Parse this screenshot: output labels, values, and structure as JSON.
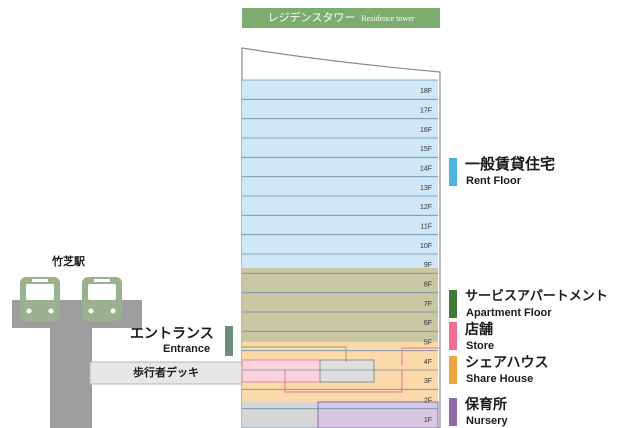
{
  "tower": {
    "title_jp": "レジデンスタワー",
    "title_en": "Residence tower",
    "floors": [
      "18F",
      "17F",
      "16F",
      "15F",
      "14F",
      "13F",
      "12F",
      "11F",
      "10F",
      "9F",
      "8F",
      "7F",
      "6F",
      "5F",
      "4F",
      "3F",
      "2F",
      "1F"
    ]
  },
  "station": {
    "name": "竹芝駅"
  },
  "legend": [
    {
      "jp": "一般賃貸住宅",
      "en": "Rent Floor",
      "color": "#4fb4de"
    },
    {
      "jp": "サービスアパートメント",
      "en": "Apartment Floor",
      "color": "#3f7a3a"
    },
    {
      "jp": "店舗",
      "en": "Store",
      "color": "#ee6f93"
    },
    {
      "jp": "シェアハウス",
      "en": "Share House",
      "color": "#f1a340"
    },
    {
      "jp": "保育所",
      "en": "Nursery",
      "color": "#8e6aa8"
    }
  ],
  "entrance": {
    "jp": "エントランス",
    "en": "Entrance",
    "color": "#6d8f7a"
  },
  "deck": {
    "jp": "歩行者デッキ"
  }
}
